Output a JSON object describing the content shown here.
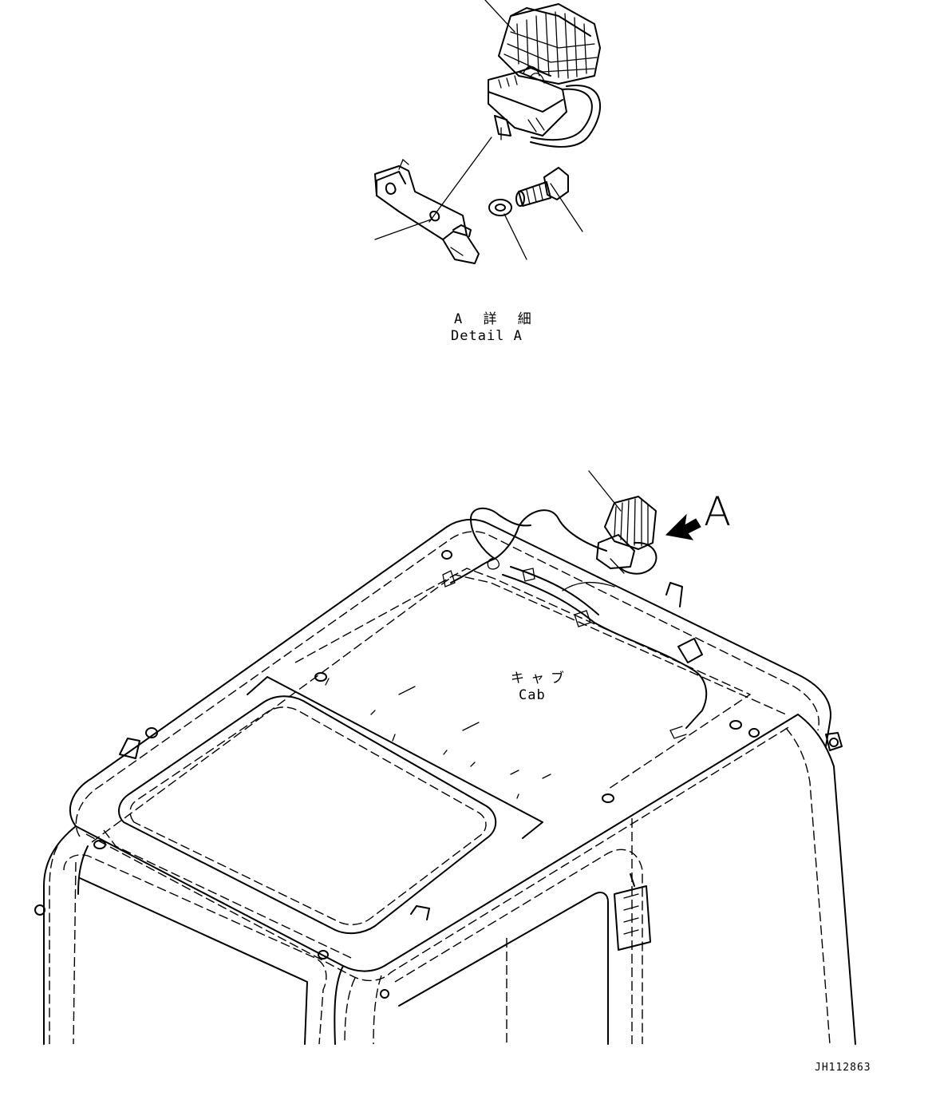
{
  "detail_view": {
    "title_jp": "A 詳 細",
    "title_en": "Detail A"
  },
  "cab_view": {
    "label_jp": "キャブ",
    "label_en": "Cab",
    "view_marker": "A"
  },
  "drawing_number": "JH112863"
}
